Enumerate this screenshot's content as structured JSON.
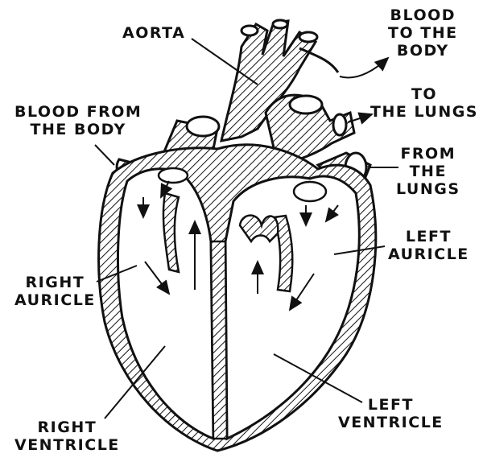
{
  "colors": {
    "ink": "#111111",
    "paper": "#ffffff"
  },
  "labels": {
    "aorta": {
      "lines": [
        "AORTA"
      ]
    },
    "blood_to_body": {
      "lines": [
        "BLOOD",
        "TO THE",
        "BODY"
      ]
    },
    "to_lungs": {
      "lines": [
        "TO",
        "THE LUNGS"
      ]
    },
    "blood_from_body": {
      "lines": [
        "BLOOD FROM",
        "THE BODY"
      ]
    },
    "from_lungs": {
      "lines": [
        "FROM",
        "THE",
        "LUNGS"
      ]
    },
    "left_auricle": {
      "lines": [
        "LEFT",
        "AURICLE"
      ]
    },
    "right_auricle": {
      "lines": [
        "RIGHT",
        "AURICLE"
      ]
    },
    "right_ventricle": {
      "lines": [
        "RIGHT",
        "VENTRICLE"
      ]
    },
    "left_ventricle": {
      "lines": [
        "LEFT",
        "VENTRICLE"
      ]
    }
  }
}
